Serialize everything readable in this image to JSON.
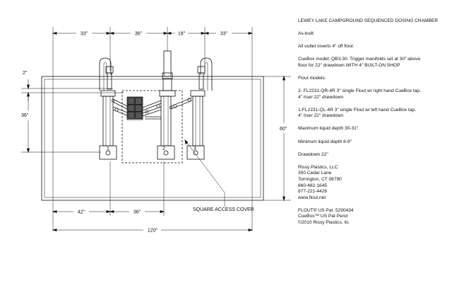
{
  "notes": {
    "title": "LEWEY LAKE CAMPGROUND SEQUENCED DOSING CHAMBER",
    "as_built": "As-built",
    "outlet_inverts": "All outlet inverts 4\" off floor.",
    "cuebox_line1": "CueBox model: QB3-30. Trigger manifolds set at 30\" above",
    "cuebox_line2": "floor for 22\" drawdown WITH 4\" BUILT-ON SHOP",
    "flout_models": "Flout models:",
    "model2_line1": "2- FL2231-QR-4R  3\" single Flout w/ right hand CueBox tap.",
    "model2_line2": "4\" riser  22\" drawdown",
    "model1_line1": "1-FL2231-QL-4R  3\" single Flout w/ left hand CueBox tap.",
    "model1_line2": "4\" riser  22\" drawdown",
    "max_depth": "Maximum liquid depth 30-31\"",
    "min_depth": "Minimum liquid depth 8-9\"",
    "drawdown": "Drawdown 22\"",
    "company": "Rissy Plastics, LLC",
    "street": "350 Cedar Lane",
    "city": "Torrington, CT 06790",
    "phone1": "860-482-1645",
    "phone2": "877-221-4426",
    "website": "www.flout.net",
    "patent1": "FLOUT® US Pat. 5290434",
    "patent2": "CueBox™ US Pat Pend",
    "copyright": "©2010 Rissy Plastics, llc"
  },
  "dimensions": {
    "top_33_left": "33\"",
    "top_36": "36\"",
    "top_18": "18\"",
    "top_33_right": "33\"",
    "left_2": "2\"",
    "left_36": "36\"",
    "right_60": "60\"",
    "bottom_42": "42\"",
    "bottom_36": "36\"",
    "overall_120": "120\""
  },
  "labels": {
    "flout_1": "1",
    "flout_2": "2",
    "flout_3": "3",
    "access_cover": "SQUARE ACCESS COVER"
  },
  "colors": {
    "line": "#111111"
  }
}
